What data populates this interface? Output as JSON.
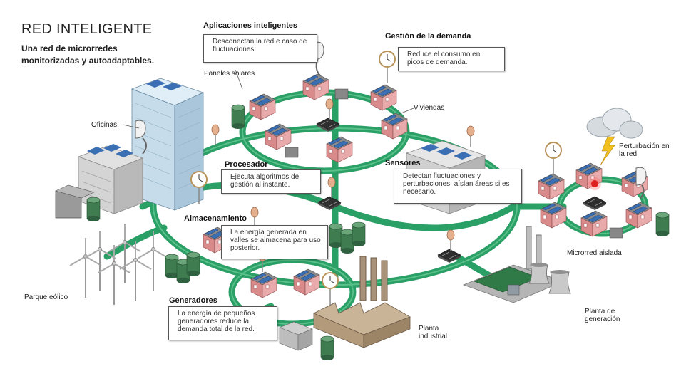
{
  "title": "RED INTELIGENTE",
  "subtitle": "Una red de microrredes monitorizadas y autoadaptables.",
  "callouts": {
    "aplicaciones": {
      "heading": "Aplicaciones inteligentes",
      "text": "Desconectan la red e caso de fluctuaciones."
    },
    "demanda": {
      "heading": "Gestión de la demanda",
      "text": "Reduce el consumo en picos de demanda."
    },
    "procesador": {
      "heading": "Procesador",
      "text": "Ejecuta algoritmos de gestión al instante."
    },
    "sensores": {
      "heading": "Sensores",
      "text": "Detectan fluctuaciones y perturbaciones, aíslan áreas si es necesario."
    },
    "almacenamiento": {
      "heading": "Almacenamiento",
      "text": "La energía generada en valles se almacena para uso posterior."
    },
    "generadores": {
      "heading": "Generadores",
      "text": "La energía de pequeños generadores reduce la demanda total de la red."
    }
  },
  "labels": {
    "paneles": "Paneles solares",
    "viviendas": "Viviendas",
    "oficinas": "Oficinas",
    "perturbacion": "Perturbación en la red",
    "microrred": "Microrred aislada",
    "eolico": "Parque eólico",
    "planta_gen": "Planta de generación",
    "planta_ind": "Planta industrial"
  },
  "colors": {
    "grid": "#1f9a5e",
    "grid_light": "#4dbb82",
    "house_wall": "#e3a3a3",
    "roof": "#6b6b6b",
    "solar": "#3b6fb4",
    "building": "#bfd8e8",
    "tank": "#3f7d50",
    "factory": "#b39a7a",
    "alert": "#e02020"
  }
}
